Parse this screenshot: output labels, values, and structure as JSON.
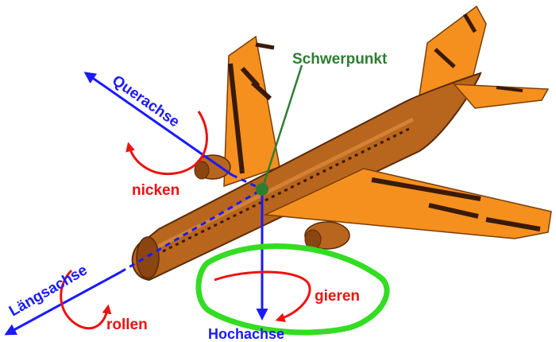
{
  "labels": {
    "querachse": "Querachse",
    "laengsachse": "Längsachse",
    "hochachse": "Hochachse",
    "schwerpunkt": "Schwerpunkt",
    "nicken": "nicken",
    "rollen": "rollen",
    "gieren": "gieren"
  },
  "colors": {
    "axis": "#1a1aff",
    "motion": "#ee1111",
    "center_of_gravity": "#2e7d32",
    "highlight": "#33dd22",
    "fuselage": "#b8651d",
    "wing": "#f5901e",
    "stripe": "#3a1a08"
  },
  "icons": {
    "pitch": "curved-arrow-icon",
    "roll": "curved-arrow-icon",
    "yaw": "curved-arrow-icon"
  }
}
